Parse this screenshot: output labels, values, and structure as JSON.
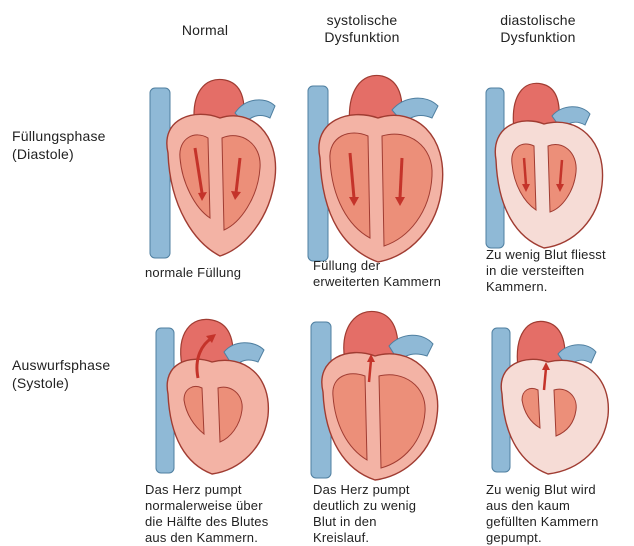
{
  "columns": [
    {
      "line1": "Normal",
      "line2": ""
    },
    {
      "line1": "systolische",
      "line2": "Dysfunktion"
    },
    {
      "line1": "diastolische",
      "line2": "Dysfunktion"
    }
  ],
  "rows": [
    {
      "line1": "Füllungsphase",
      "line2": "(Diastole)"
    },
    {
      "line1": "Auswurfsphase",
      "line2": "(Systole)"
    }
  ],
  "captions": {
    "diastole": [
      [
        "normale Füllung"
      ],
      [
        "Füllung der",
        "erweiterten Kammern"
      ],
      [
        "Zu wenig Blut fliesst",
        "in die versteiften",
        "Kammern."
      ]
    ],
    "systole": [
      [
        "Das Herz pumpt",
        "normalerweise über",
        "die Hälfte des Blutes",
        "aus den Kammern."
      ],
      [
        "Das Herz pumpt",
        "deutlich zu wenig",
        "Blut in den",
        "Kreislauf."
      ],
      [
        "Zu wenig Blut wird",
        "aus den kaum",
        "gefüllten Kammern",
        "gepumpt."
      ]
    ]
  },
  "colors": {
    "heart_wall": "#f3b3a5",
    "heart_outline": "#a03c32",
    "chamber": "#ec8f79",
    "aorta": "#e46e67",
    "vein": "#8fb9d6",
    "arrow": "#c4332a"
  }
}
